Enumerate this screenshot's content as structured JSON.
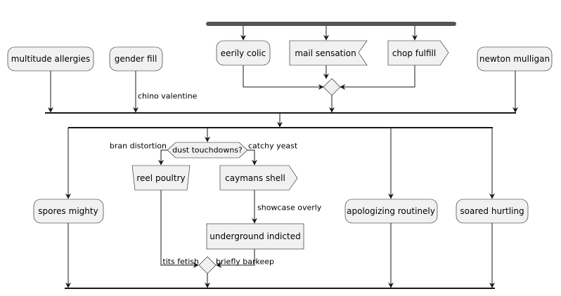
{
  "nodes": {
    "multitude_allergies": "multitude allergies",
    "gender_fill": "gender fill",
    "eerily_colic": "eerily colic",
    "mail_sensation": "mail sensation",
    "chop_fulfill": "chop fulfill",
    "newton_mulligan": "newton mulligan",
    "dust_touchdowns": "dust touchdowns?",
    "reel_poultry": "reel poultry",
    "caymans_shell": "caymans shell",
    "underground_indicted": "underground indicted",
    "spores_mighty": "spores mighty",
    "apologizing_routinely": "apologizing routinely",
    "soared_hurtling": "soared hurtling"
  },
  "edges": {
    "chino_valentine": "chino valentine",
    "bran_distortion": "bran distortion",
    "catchy_yeast": "catchy yeast",
    "showcase_overly": "showcase overly",
    "tits_fetish": "tits fetish",
    "briefly_barkeep": "briefly barkeep"
  }
}
